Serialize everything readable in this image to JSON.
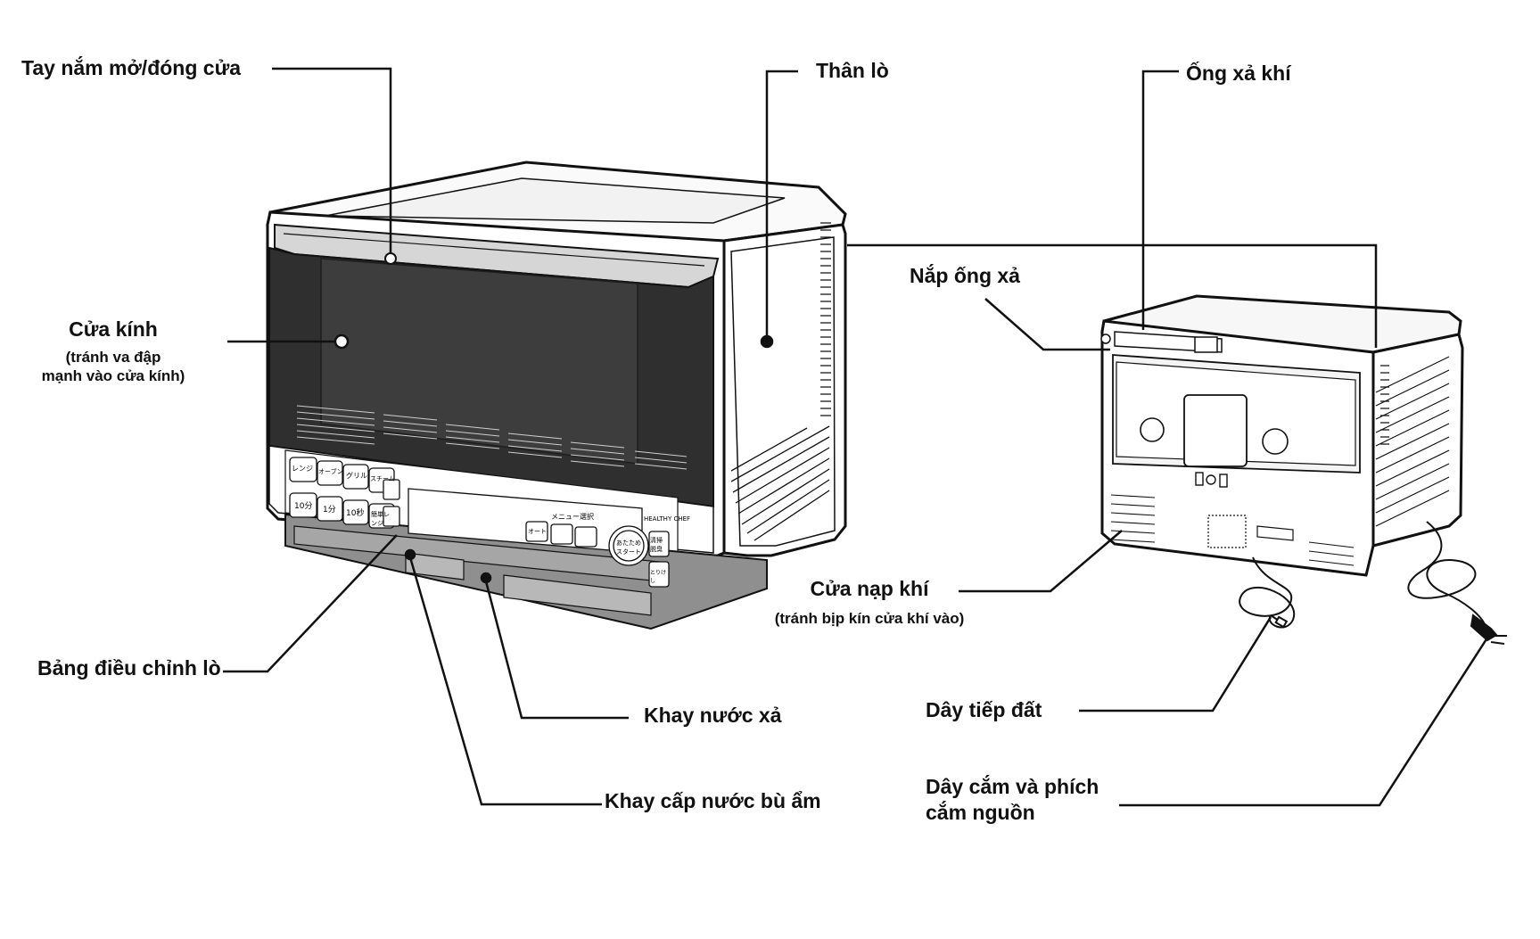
{
  "labels": {
    "door_handle": "Tay nắm mở/đóng cửa",
    "glass_door": "Cửa kính",
    "glass_door_note_1": "(tránh va đập",
    "glass_door_note_2": "mạnh vào cửa kính)",
    "control_panel": "Bảng điều chỉnh lò",
    "drain_tray": "Khay nước xả",
    "water_tank": "Khay cấp nước bù ẩm",
    "oven_body": "Thân lò",
    "exhaust_duct": "Ống xả khí",
    "exhaust_cover": "Nắp ống xả",
    "air_intake": "Cửa nạp khí",
    "air_intake_note": "(tránh bịp kín cửa khí vào)",
    "ground_wire": "Dây tiếp đất",
    "power_cord_1": "Dây cắm và phích",
    "power_cord_2": "cắm nguồn"
  },
  "panel": {
    "btn_range": "レンジ",
    "btn_oven": "オーブン",
    "btn_grill": "グリル",
    "btn_steam": "スチーム",
    "btn_10min": "10分",
    "btn_1min": "1分",
    "btn_10sec": "10秒",
    "btn_warm": "簡単レンジ",
    "btn_auto": "オート",
    "menu_select": "メニュー選択",
    "btn_start": "あたためスタート",
    "btn_clean": "清掃脱臭",
    "btn_cancel": "とりけし",
    "brand": "HEALTHY CHEF"
  },
  "colors": {
    "line": "#111111",
    "window": "#3a3a3a",
    "tray": "#8f8f8f"
  }
}
